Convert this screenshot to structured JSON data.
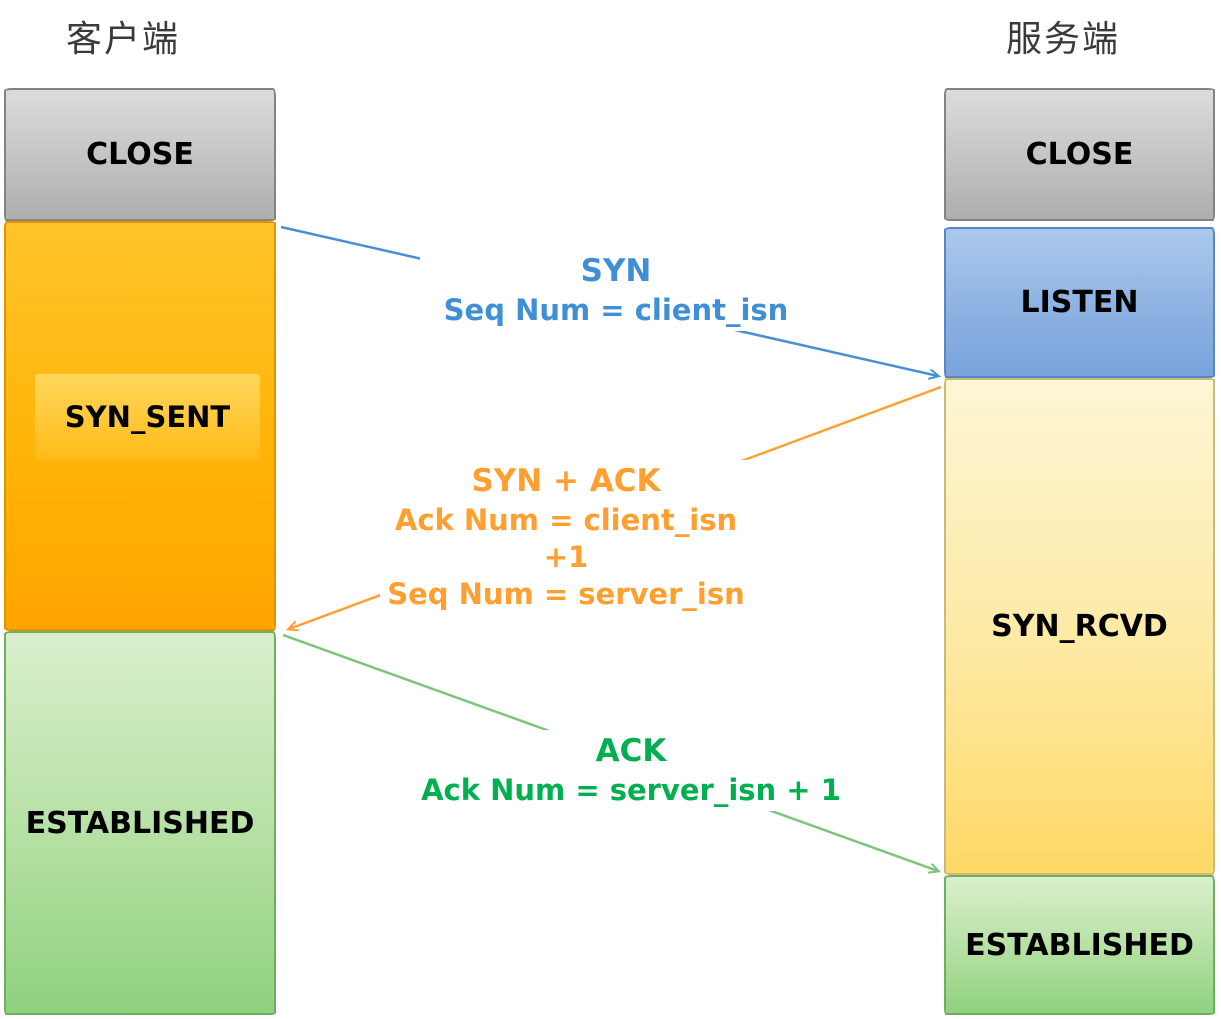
{
  "titles": {
    "client": "客户端",
    "server": "服务端"
  },
  "client_states": {
    "close": "CLOSE",
    "syn_sent": "SYN_SENT",
    "established": "ESTABLISHED"
  },
  "server_states": {
    "close": "CLOSE",
    "listen": "LISTEN",
    "syn_rcvd": "SYN_RCVD",
    "established": "ESTABLISHED"
  },
  "messages": {
    "syn": {
      "line1": "SYN",
      "line2": "Seq Num = client_isn",
      "direction": "client-to-server",
      "color": "#3f8fd6"
    },
    "synack": {
      "line1": "SYN + ACK",
      "line2": "Ack Num =  client_isn +1",
      "line3": "Seq Num = server_isn",
      "direction": "server-to-client",
      "color": "#ff9f30"
    },
    "ack": {
      "line1": "ACK",
      "line2": "Ack Num = server_isn + 1",
      "direction": "client-to-server",
      "color": "#00b050"
    }
  },
  "colors": {
    "close_block": "#c3c3c3",
    "syn_sent_block": "#ffb408",
    "listen_block": "#8db2e2",
    "syn_rcvd_block": "#fde9a2",
    "established_block": "#b4e0a2",
    "syn_arrow": "#4a8fd2",
    "synack_arrow": "#ffa033",
    "ack_arrow": "#7cc47c"
  }
}
